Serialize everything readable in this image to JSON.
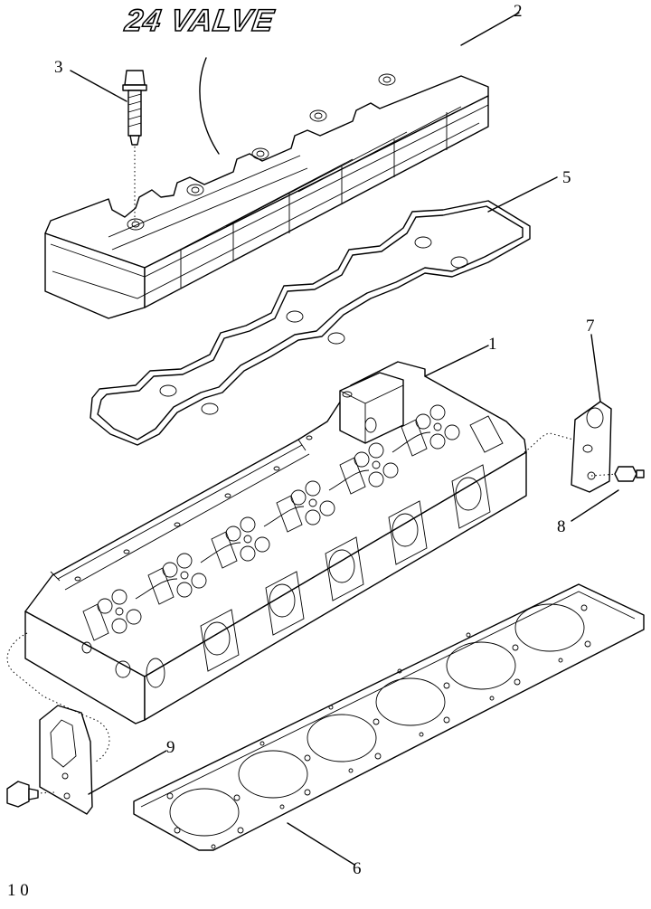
{
  "title": "24 VALVE",
  "callouts": [
    {
      "id": "1",
      "part": "cylinder-head"
    },
    {
      "id": "2",
      "part": "valve-cover"
    },
    {
      "id": "3",
      "part": "valve-cover-bolt"
    },
    {
      "id": "5",
      "part": "valve-cover-gasket"
    },
    {
      "id": "6",
      "part": "head-gasket"
    },
    {
      "id": "7",
      "part": "lifting-bracket-rear"
    },
    {
      "id": "8",
      "part": "bracket-screw-rear"
    },
    {
      "id": "9",
      "part": "lifting-bracket-front"
    },
    {
      "id": "10",
      "part": "bracket-screw-front",
      "label": "1 0"
    }
  ]
}
